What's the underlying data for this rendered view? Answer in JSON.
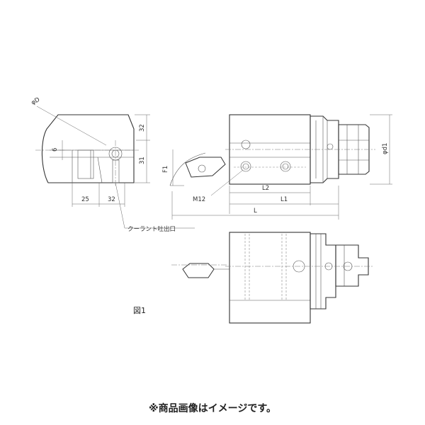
{
  "labels": {
    "phi_D": "φD",
    "dim_6": "6",
    "dim_32_v": "32",
    "dim_31": "31",
    "dim_25": "25",
    "dim_32_h": "32",
    "coolant": "クーラント吐出口",
    "F1": "F1",
    "M12": "M12",
    "L2": "L2",
    "L1": "L1",
    "L": "L",
    "phi_d1": "φd1",
    "figure": "図1"
  },
  "caption": "※商品画像はイメージです。"
}
